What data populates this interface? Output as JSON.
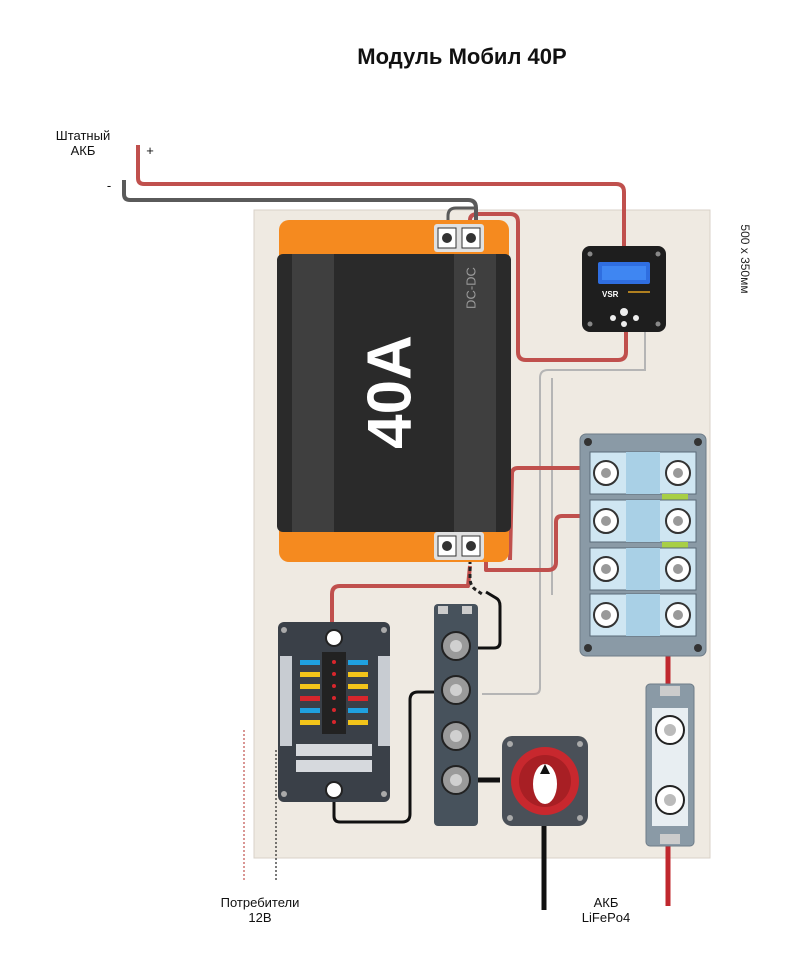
{
  "title": "Модуль Мобил 40Р",
  "board": {
    "dimensions": "500 х 350мм"
  },
  "source_battery": {
    "label_line1": "Штатный",
    "label_line2": "АКБ",
    "plus": "+",
    "minus": "-"
  },
  "dcdc": {
    "rating": "40А",
    "type_label": "DC-DC"
  },
  "vsr": {
    "label": "VSR"
  },
  "consumers": {
    "label_line1": "Потребители",
    "label_line2": "12В"
  },
  "house_battery": {
    "label_line1": "АКБ",
    "label_line2": "LiFePo4"
  },
  "colors": {
    "positive_wire": "#c0504d",
    "negative_wire": "#555555",
    "thin_wire": "#b5b5b5",
    "board": "#efeae2",
    "dcdc_orange": "#f58a1f",
    "dcdc_body": "#2a2a2a",
    "breaker_panel": "#8a9aa6",
    "breaker": "#cfe6f2",
    "switch_red": "#c8282e"
  }
}
